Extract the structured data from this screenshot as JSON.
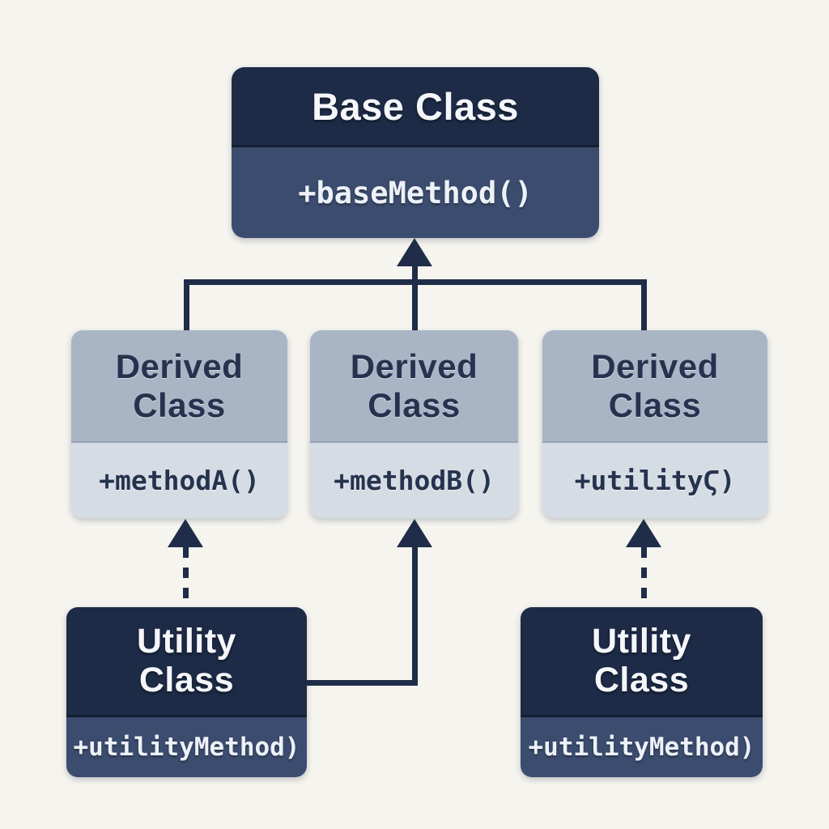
{
  "diagram": {
    "type": "uml-class-inheritance-diagram",
    "background_color": "#f6f4ef",
    "colors": {
      "dark_header": "#1d2b47",
      "dark_body": "#3b4c6e",
      "light_header": "#a9b5c5",
      "light_body": "#d6dce4",
      "connector": "#1f2d49",
      "text_light": "#f4f6fa",
      "text_dark": "#25334f"
    },
    "nodes": {
      "base": {
        "title": "Base Class",
        "method": "+baseMethod()"
      },
      "derived_left": {
        "title": "Derived Class",
        "method": "+methodA()"
      },
      "derived_middle": {
        "title": "Derived Class",
        "method": "+methodB()"
      },
      "derived_right": {
        "title": "Derived Class",
        "method": "+utilityϚ)"
      },
      "utility_left": {
        "title": "Utility Class",
        "method": "+utilityMethod)"
      },
      "utility_right": {
        "title": "Utility Class",
        "method": "+utilityMethod)"
      }
    },
    "edges": [
      {
        "from": "derived_left",
        "to": "base",
        "style": "solid",
        "arrow": "filled-triangle",
        "meaning": "inheritance"
      },
      {
        "from": "derived_middle",
        "to": "base",
        "style": "solid",
        "arrow": "filled-triangle",
        "meaning": "inheritance"
      },
      {
        "from": "derived_right",
        "to": "base",
        "style": "solid",
        "arrow": "filled-triangle",
        "meaning": "inheritance"
      },
      {
        "from": "utility_left",
        "to": "derived_left",
        "style": "dashed",
        "arrow": "filled-triangle",
        "meaning": "dependency"
      },
      {
        "from": "utility_left",
        "to": "derived_middle",
        "style": "solid",
        "arrow": "filled-triangle",
        "meaning": "association"
      },
      {
        "from": "utility_right",
        "to": "derived_right",
        "style": "dashed",
        "arrow": "filled-triangle",
        "meaning": "dependency"
      }
    ]
  }
}
